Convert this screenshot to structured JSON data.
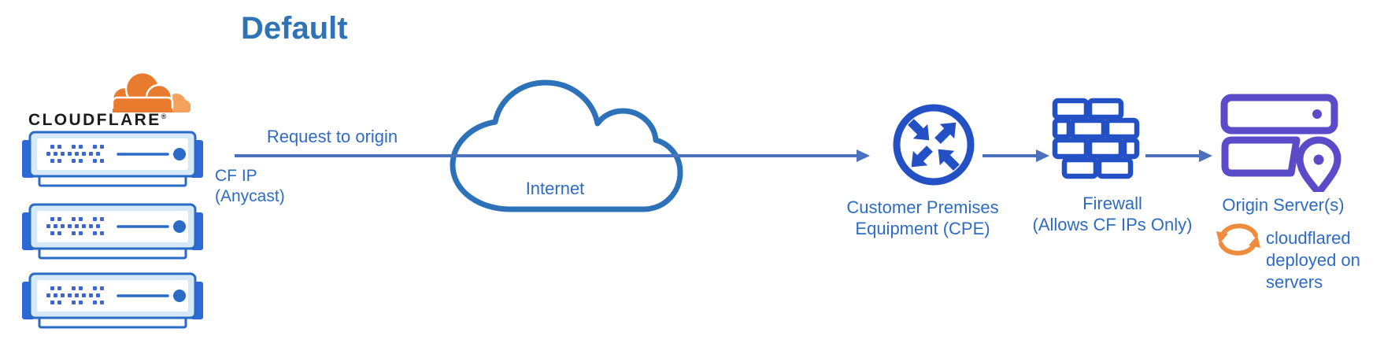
{
  "title": "Default",
  "cloudflare": {
    "brand": "CLOUDFLARE",
    "registered_mark": "®",
    "server_count": "3"
  },
  "request_arrow": {
    "label": "Request to origin",
    "source_line1": "CF IP",
    "source_line2": "(Anycast)"
  },
  "internet": {
    "label": "Internet"
  },
  "cpe": {
    "line1": "Customer Premises",
    "line2": "Equipment (CPE)"
  },
  "firewall": {
    "line1": "Firewall",
    "line2": "(Allows CF IPs Only)"
  },
  "origin": {
    "label": "Origin Server(s)"
  },
  "cloudflared": {
    "line1": "cloudflared",
    "line2": "deployed on",
    "line3": "servers"
  },
  "colors": {
    "title_blue": "#2e74b5",
    "label_blue": "#2e6bc2",
    "icon_blue": "#2450c6",
    "arrow_blue": "#4c72bd",
    "internet_cloud_blue": "#2d72b9",
    "server_border_blue": "#2a6bc8",
    "server_fill_light_blue": "#d5e9f6",
    "origin_purple": "#5c4bc9",
    "cloudflared_orange": "#ee8b3d",
    "cf_logo_orange_dark": "#e87b2e",
    "cf_logo_orange_light": "#f4a15e",
    "cf_brand_black": "#1b1b1b"
  }
}
